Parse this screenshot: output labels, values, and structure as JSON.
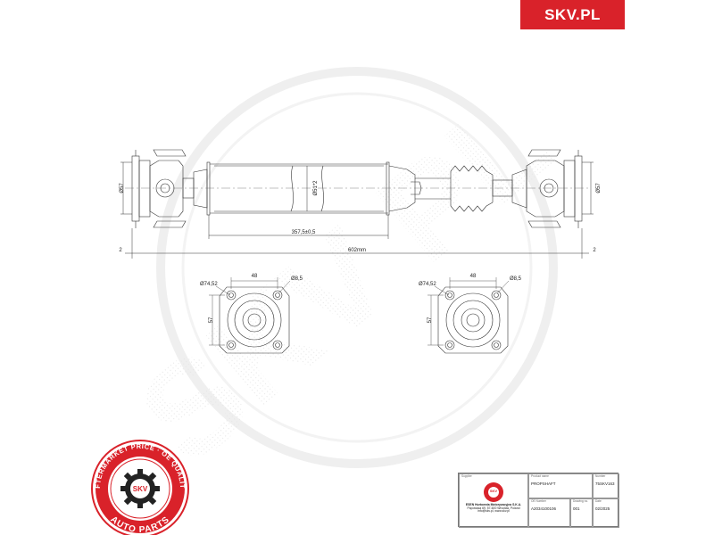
{
  "brand": {
    "label": "SKV.PL"
  },
  "shaft": {
    "left_flange_dia": "Ø57",
    "right_flange_dia": "Ø57",
    "tube_dia": "Ø51*2",
    "tube_length": "357,5±0,5",
    "total_length": "602mm",
    "left_offset": "2",
    "right_offset": "2"
  },
  "flange_left": {
    "bolt_circle": "Ø74,52",
    "width": "48",
    "hole": "Ø8,5",
    "height": "57"
  },
  "flange_right": {
    "bolt_circle": "Ø74,52",
    "width": "48",
    "hole": "Ø8,5",
    "height": "57"
  },
  "seal": {
    "top_text": "AFTERMARKET PRICE · OE QUALITY",
    "center_text": "SKV",
    "bottom_text": "AUTO PARTS"
  },
  "watermark_text": "SKV PL",
  "title_block": {
    "logo_text": "SKV",
    "company_line1": "ESEN Hurtownia Motoryzacyjna S.K.A.",
    "company_line2": "Papowska 69, 57-600 Wrocław, Poland",
    "company_line3": "info@skv.pl, www.skv.pl",
    "product_name_label": "Product name",
    "product_name": "PROPSHAFT",
    "number_label": "Number",
    "number": "75SKV163",
    "oe_number_label": "OE Number",
    "oe_number": "A2034100106",
    "drawing_no_label": "Drawing no.",
    "drawing_no": "001",
    "date_label": "Date",
    "date": "02/2025",
    "supplier_label": "Supplier"
  },
  "colors": {
    "brand_red": "#d9222a",
    "line": "#333333",
    "watermark": "#ececec"
  },
  "icons": [
    "gear-icon"
  ]
}
